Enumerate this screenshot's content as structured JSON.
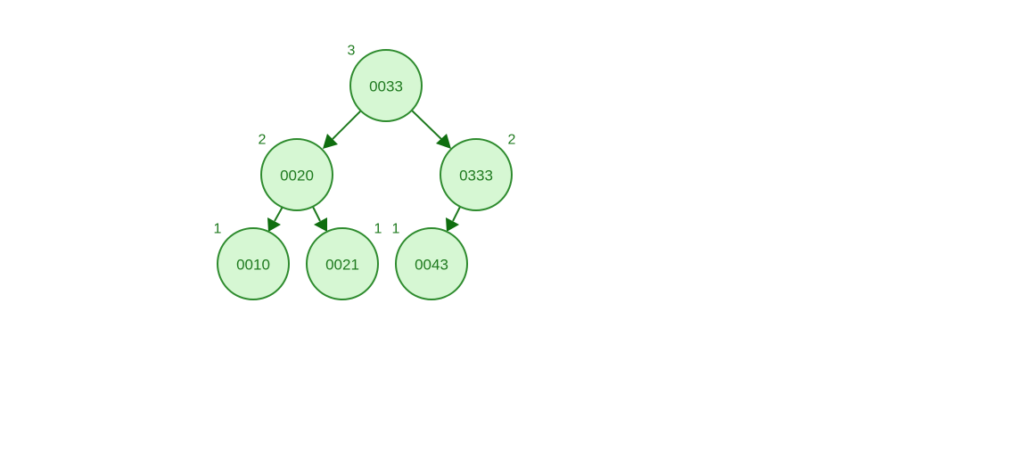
{
  "tree": {
    "nodes": [
      {
        "id": "n0033",
        "key": "0033",
        "height": "3"
      },
      {
        "id": "n0020",
        "key": "0020",
        "height": "2"
      },
      {
        "id": "n0333",
        "key": "0333",
        "height": "2"
      },
      {
        "id": "n0010",
        "key": "0010",
        "height": "1"
      },
      {
        "id": "n0021",
        "key": "0021",
        "height": "1"
      },
      {
        "id": "n0043",
        "key": "0043",
        "height": "1"
      }
    ],
    "edges": [
      {
        "from": "n0033",
        "to": "n0020"
      },
      {
        "from": "n0033",
        "to": "n0333"
      },
      {
        "from": "n0020",
        "to": "n0010"
      },
      {
        "from": "n0020",
        "to": "n0021"
      },
      {
        "from": "n0333",
        "to": "n0043"
      }
    ],
    "colors": {
      "node_fill": "#d6f7d3",
      "node_stroke": "#2e8b2e",
      "text": "#1f7a1f",
      "arrow": "#0f6e0f"
    }
  }
}
